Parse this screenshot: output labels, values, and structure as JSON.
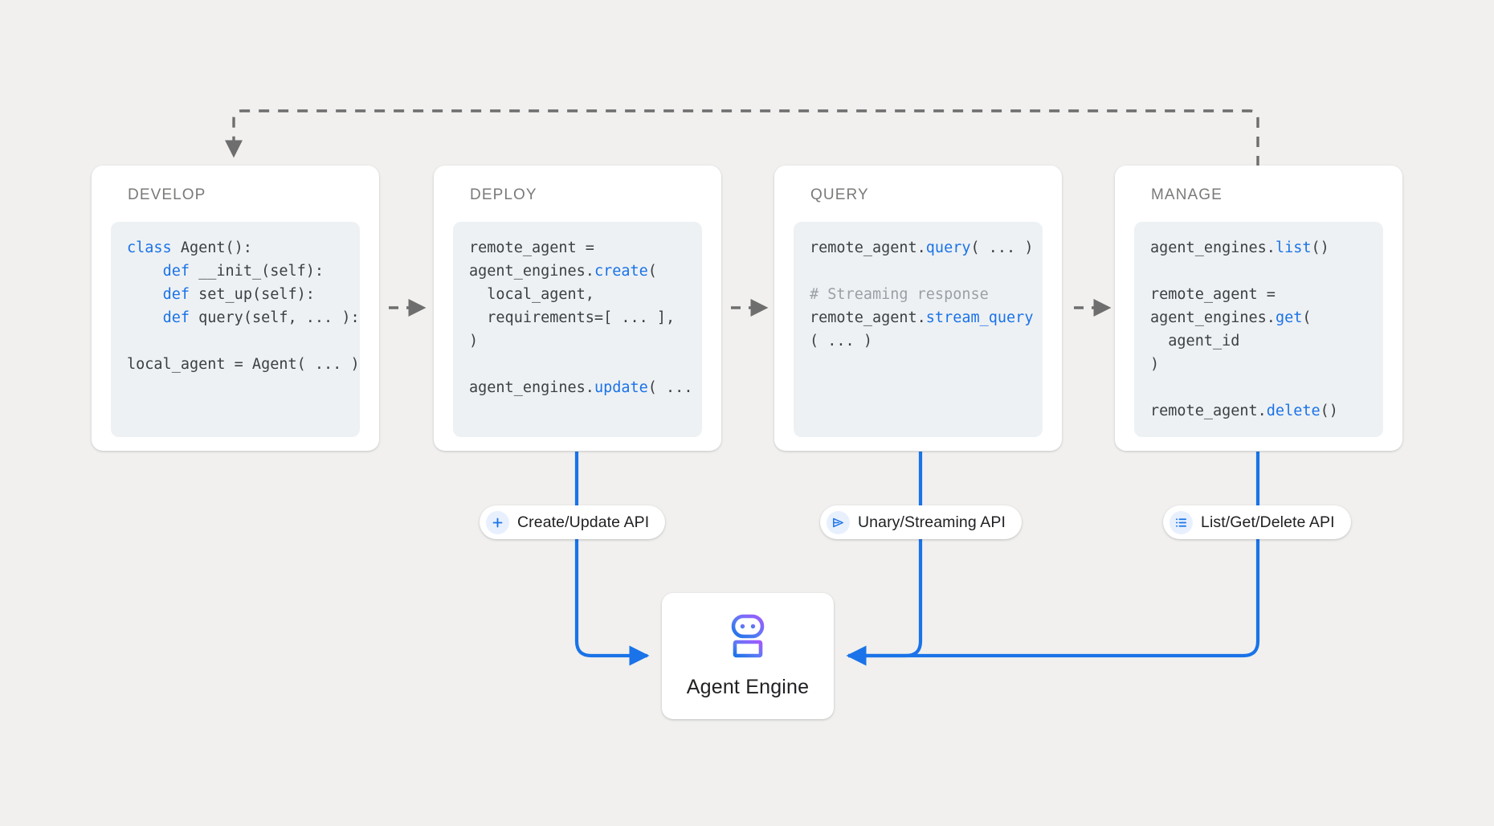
{
  "theme": {
    "background": "#f1f0ee",
    "card_background": "#ffffff",
    "code_background": "#eef1f3",
    "accent_blue": "#1a73e8",
    "flow_blue": "#1a73e8",
    "dashed_gray": "#6e6e6e",
    "title_gray": "#7a7a78",
    "code_text": "#3c4043",
    "comment_gray": "#9aa0a6",
    "icon_chip_background": "#e8f0fe",
    "robot_gradient_from": "#a259ff",
    "robot_gradient_to": "#1a73e8"
  },
  "stages": [
    {
      "id": "develop",
      "title": "DEVELOP",
      "code_lines": [
        [
          {
            "t": "class ",
            "c": "kw"
          },
          {
            "t": "Agent():",
            "c": "tx"
          }
        ],
        [
          {
            "t": "    ",
            "c": "tx"
          },
          {
            "t": "def ",
            "c": "kw"
          },
          {
            "t": "__init_(self):",
            "c": "tx"
          }
        ],
        [
          {
            "t": "    ",
            "c": "tx"
          },
          {
            "t": "def ",
            "c": "kw"
          },
          {
            "t": "set_up(self):",
            "c": "tx"
          }
        ],
        [
          {
            "t": "    ",
            "c": "tx"
          },
          {
            "t": "def ",
            "c": "kw"
          },
          {
            "t": "query(self, ... ):",
            "c": "tx"
          }
        ],
        [
          {
            "t": "",
            "c": "tx"
          }
        ],
        [
          {
            "t": "local_agent = Agent( ... )",
            "c": "tx"
          }
        ]
      ]
    },
    {
      "id": "deploy",
      "title": "DEPLOY",
      "code_lines": [
        [
          {
            "t": "remote_agent =",
            "c": "tx"
          }
        ],
        [
          {
            "t": "agent_engines.",
            "c": "tx"
          },
          {
            "t": "create",
            "c": "kw"
          },
          {
            "t": "(",
            "c": "tx"
          }
        ],
        [
          {
            "t": "  local_agent,",
            "c": "tx"
          }
        ],
        [
          {
            "t": "  requirements=[ ... ],",
            "c": "tx"
          }
        ],
        [
          {
            "t": ")",
            "c": "tx"
          }
        ],
        [
          {
            "t": "",
            "c": "tx"
          }
        ],
        [
          {
            "t": "agent_engines.",
            "c": "tx"
          },
          {
            "t": "update",
            "c": "kw"
          },
          {
            "t": "( ... )",
            "c": "tx"
          }
        ]
      ]
    },
    {
      "id": "query",
      "title": "QUERY",
      "code_lines": [
        [
          {
            "t": "remote_agent.",
            "c": "tx"
          },
          {
            "t": "query",
            "c": "kw"
          },
          {
            "t": "( ... )",
            "c": "tx"
          }
        ],
        [
          {
            "t": "",
            "c": "tx"
          }
        ],
        [
          {
            "t": "# Streaming response",
            "c": "cm"
          }
        ],
        [
          {
            "t": "remote_agent.",
            "c": "tx"
          },
          {
            "t": "stream_query",
            "c": "kw"
          }
        ],
        [
          {
            "t": "( ... )",
            "c": "tx"
          }
        ]
      ]
    },
    {
      "id": "manage",
      "title": "MANAGE",
      "code_lines": [
        [
          {
            "t": "agent_engines.",
            "c": "tx"
          },
          {
            "t": "list",
            "c": "kw"
          },
          {
            "t": "()",
            "c": "tx"
          }
        ],
        [
          {
            "t": "",
            "c": "tx"
          }
        ],
        [
          {
            "t": "remote_agent =",
            "c": "tx"
          }
        ],
        [
          {
            "t": "agent_engines.",
            "c": "tx"
          },
          {
            "t": "get",
            "c": "kw"
          },
          {
            "t": "(",
            "c": "tx"
          }
        ],
        [
          {
            "t": "  agent_id",
            "c": "tx"
          }
        ],
        [
          {
            "t": ")",
            "c": "tx"
          }
        ],
        [
          {
            "t": "",
            "c": "tx"
          }
        ],
        [
          {
            "t": "remote_agent.",
            "c": "tx"
          },
          {
            "t": "delete",
            "c": "kw"
          },
          {
            "t": "()",
            "c": "tx"
          }
        ]
      ]
    }
  ],
  "api_pills": [
    {
      "id": "create-update",
      "label": "Create/Update API",
      "icon": "plus-icon"
    },
    {
      "id": "unary-streaming",
      "label": "Unary/Streaming API",
      "icon": "send-triangle-icon"
    },
    {
      "id": "list-get-delete",
      "label": "List/Get/Delete API",
      "icon": "list-icon"
    }
  ],
  "agent_engine": {
    "label": "Agent Engine",
    "icon": "robot-icon"
  },
  "connectors": {
    "feedback_label": "",
    "flow_arrows": 3
  }
}
